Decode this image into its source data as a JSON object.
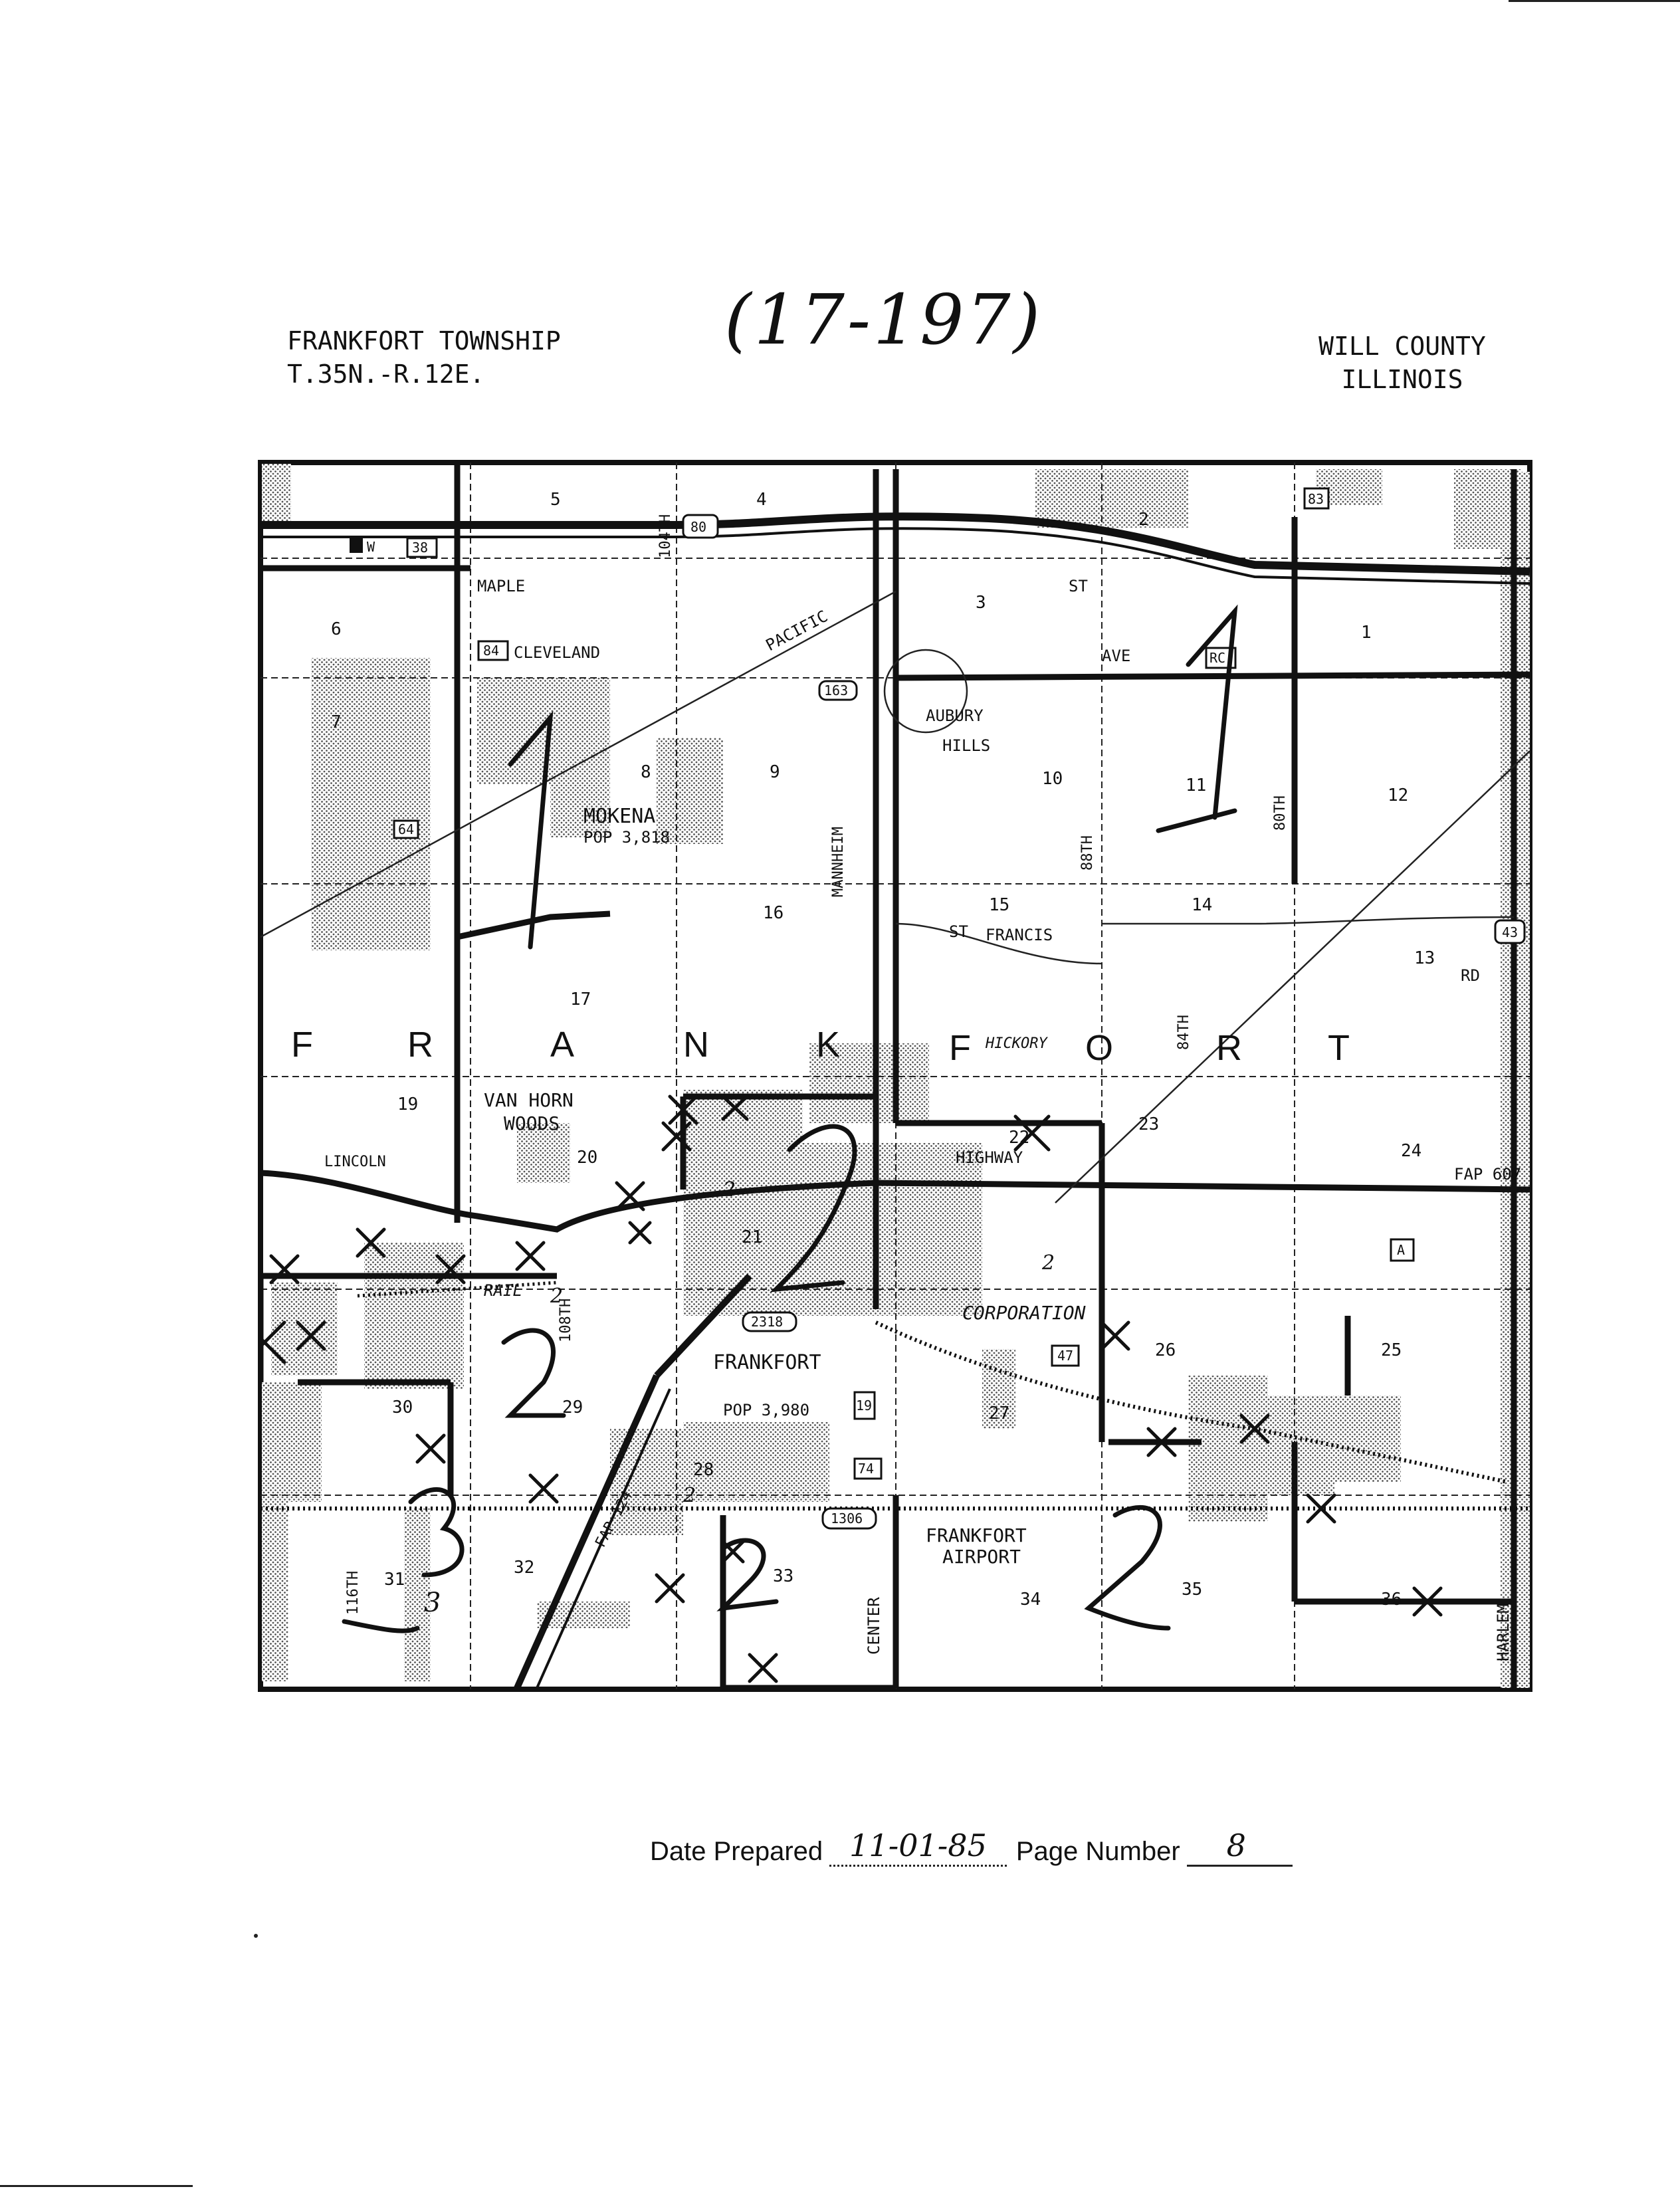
{
  "header": {
    "left": [
      "FRANKFORT TOWNSHIP",
      "T.35N.-R.12E."
    ],
    "right": [
      "WILL COUNTY",
      "ILLINOIS"
    ],
    "handwritten_code": "(17-197)"
  },
  "footer": {
    "date_label": "Date Prepared",
    "date_value": "11-01-85",
    "page_label": "Page Number",
    "page_value": "8"
  },
  "map": {
    "sections": [
      "1",
      "2",
      "3",
      "4",
      "5",
      "6",
      "7",
      "8",
      "9",
      "10",
      "11",
      "12",
      "13",
      "14",
      "15",
      "16",
      "17",
      "19",
      "20",
      "21",
      "23",
      "24",
      "25",
      "26",
      "27",
      "28",
      "29",
      "30",
      "31",
      "32",
      "33",
      "34",
      "35",
      "36",
      "22"
    ],
    "township_letters": [
      "F",
      "R",
      "A",
      "N",
      "K",
      "F",
      "O",
      "R",
      "T"
    ],
    "places": [
      {
        "name": "MOKENA",
        "pop": "POP 3,818"
      },
      {
        "name": "FRANKFORT",
        "pop": "POP 3,980"
      },
      {
        "name": "AUBURY",
        "sub": "HILLS"
      },
      {
        "name": "VAN HORN",
        "sub": "WOODS"
      },
      {
        "name": "ST",
        "sub": "FRANCIS"
      },
      {
        "name": "FRANKFORT",
        "sub": "AIRPORT"
      },
      {
        "name": "CORPORATION",
        "sub": ""
      }
    ],
    "roads": [
      "MAPLE",
      "CLEVELAND",
      "PACIFIC",
      "AVE",
      "ST",
      "RD",
      "RAIL",
      "HIGHWAY",
      "HICKORY",
      "MANNHEIM",
      "CENTER",
      "HARLEM",
      "104TH",
      "108TH",
      "116TH",
      "88TH",
      "84TH",
      "80TH",
      "LINCOLN",
      "FAP 124",
      "FAP 607"
    ],
    "route_shields": [
      "80",
      "38",
      "84",
      "163",
      "64",
      "RC",
      "83",
      "2318",
      "47",
      "19",
      "74",
      "1306",
      "A",
      "43",
      "W"
    ],
    "handwritten_marks": [
      "1",
      "1",
      "2",
      "2",
      "2",
      "2",
      "2",
      "3",
      "3",
      "2",
      "2"
    ]
  },
  "colors": {
    "ink": "#111111",
    "paper": "#ffffff",
    "stipple": "#8a8a8a"
  }
}
